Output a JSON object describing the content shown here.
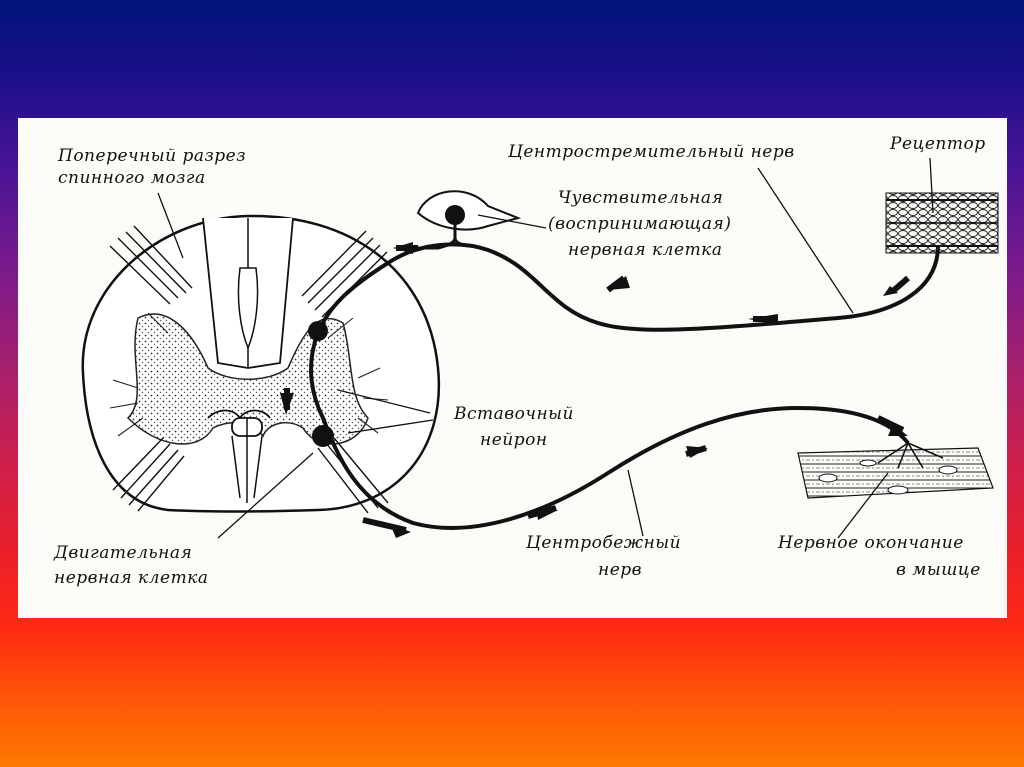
{
  "diagram": {
    "labels": {
      "cross_section_line1": "Поперечный разрез",
      "cross_section_line2": "спинного мозга",
      "afferent_nerve": "Центростремительный нерв",
      "receptor": "Рецептор",
      "sensory_cell_line1": "Чувствительная",
      "sensory_cell_line2": "(воспринимающая)",
      "sensory_cell_line3": "нервная клетка",
      "interneuron_line1": "Вставочный",
      "interneuron_line2": "нейрон",
      "motor_cell_line1": "Двигательная",
      "motor_cell_line2": "нервная клетка",
      "efferent_nerve_line1": "Центробежный",
      "efferent_nerve_line2": "нерв",
      "nerve_ending_line1": "Нервное окончание",
      "nerve_ending_line2": "в мышце"
    }
  }
}
